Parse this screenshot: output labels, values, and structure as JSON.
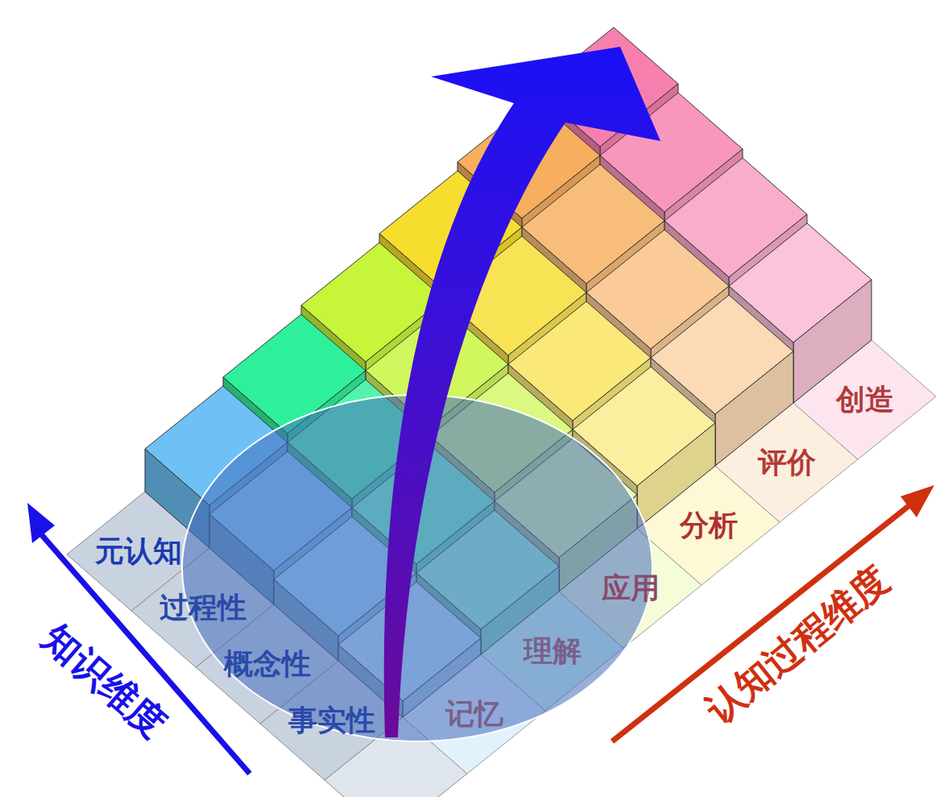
{
  "diagram": {
    "labels": [
      "元认知",
      "过程性",
      "概念性",
      "事实性",
      "记忆",
      "理解",
      "应用",
      "分析",
      "评价",
      "创造",
      "知识维度",
      "认知过程维度"
    ]
  }
}
